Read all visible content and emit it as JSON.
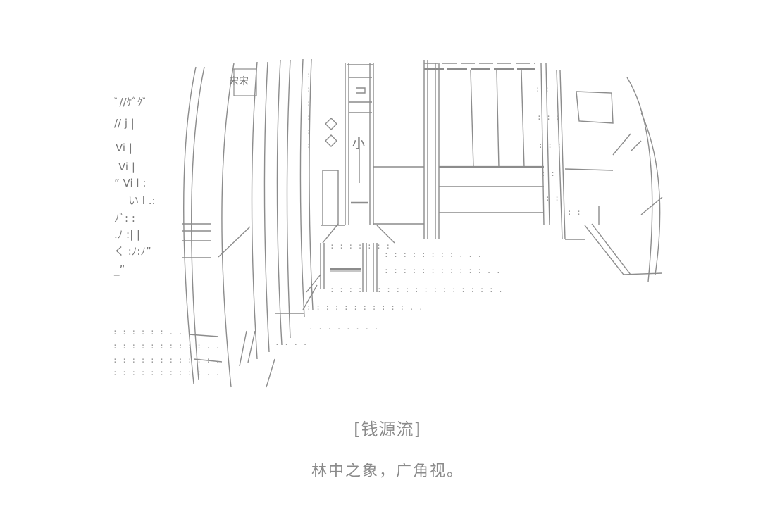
{
  "art": {
    "sign_text": "宋宋",
    "small_char": "小"
  },
  "title": "[钱源流]",
  "caption": "林中之象，广角视。"
}
